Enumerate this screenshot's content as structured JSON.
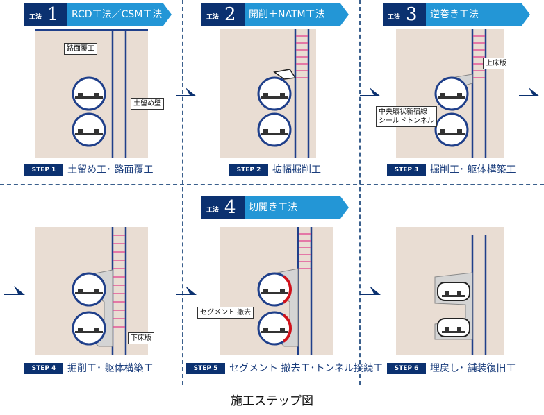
{
  "figure_caption": "施工ステップ図",
  "method_tag_prefix": "工法",
  "methods": [
    {
      "number": "1",
      "title": "RCD工法／CSM工法"
    },
    {
      "number": "2",
      "title": "開削＋NATM工法"
    },
    {
      "number": "3",
      "title": "逆巻き工法"
    },
    {
      "number": "4",
      "title": "切開き工法"
    }
  ],
  "steps": [
    {
      "badge": "STEP 1",
      "label": "土留め工･ 路面覆工"
    },
    {
      "badge": "STEP 2",
      "label": "拡幅掘削工"
    },
    {
      "badge": "STEP 3",
      "label": "掘削工･ 躯体構築工"
    },
    {
      "badge": "STEP 4",
      "label": "掘削工･ 躯体構築工"
    },
    {
      "badge": "STEP 5",
      "label": "セグメント 撤去工･トンネル接続工"
    },
    {
      "badge": "STEP 6",
      "label": "埋戻し･ 舗装復旧工"
    }
  ],
  "callouts": {
    "road_cover": "路面覆工",
    "retaining_wall": "土留め壁",
    "upper_slab": "上床版",
    "shield_tunnel_line1": "中央環状新宿線",
    "shield_tunnel_line2": "シールドトンネル",
    "segment_removal": "セグメント 撤去",
    "lower_slab": "下床版"
  },
  "colors": {
    "soil": "#e9ddd3",
    "wall": "#1f3f8a",
    "strut": "#e23d8c",
    "concrete": "#d4d4d4",
    "banner_dark": "#0b3170",
    "banner_light": "#2396d6",
    "divider": "#3a5f8c",
    "segment_removed": "#d0121b"
  }
}
